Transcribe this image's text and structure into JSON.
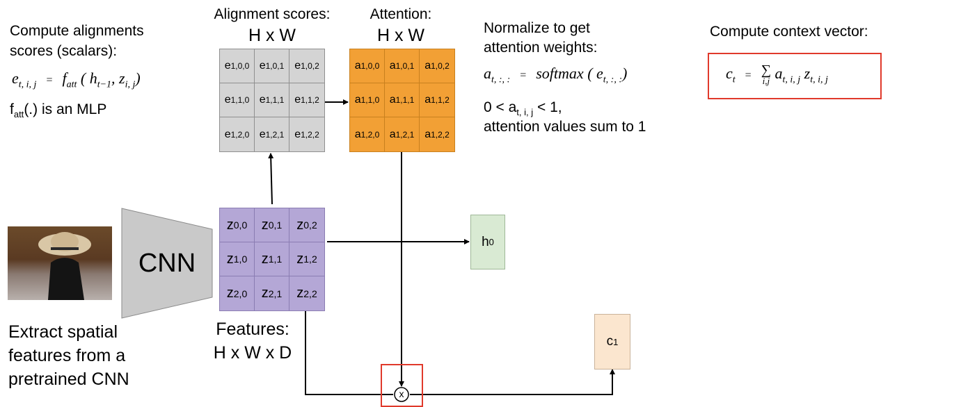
{
  "left": {
    "heading_line1": "Compute alignments",
    "heading_line2": "scores (scalars):",
    "formula": {
      "lhs": "e",
      "lhs_sub": "t, i, j",
      "eq": "=",
      "fn": "f",
      "fn_sub": "att",
      "arg1": "h",
      "arg1_sub": "t−1",
      "arg2": "z",
      "arg2_sub": "i, j"
    },
    "mlp_f": "f",
    "mlp_sub": "att",
    "mlp_rest": "(.) is an MLP"
  },
  "alignment": {
    "label": "Alignment scores:",
    "dims": "H x W",
    "symbol": "e"
  },
  "attention": {
    "label": "Attention:",
    "dims": "H x W",
    "symbol": "a"
  },
  "normalize": {
    "line1": "Normalize to get",
    "line2": "attention weights:",
    "formula": {
      "lhs": "a",
      "lhs_sub": "t, :, :",
      "eq": "=",
      "fn": "softmax",
      "arg": "e",
      "arg_sub": "t, :, :"
    },
    "range_pre": "0 < a",
    "range_sub": "t, i, j",
    "range_post": " < 1,",
    "sum_line": "attention values sum to 1"
  },
  "context": {
    "label": "Compute context vector:",
    "formula": {
      "lhs": "c",
      "lhs_sub": "t",
      "eq": "=",
      "sum": "∑",
      "sum_sub": "i,j",
      "a": "a",
      "a_sub": "t, i, j",
      "z": "z",
      "z_sub": "t, i, j"
    }
  },
  "features": {
    "label": "Features:",
    "dims": "H x W x D",
    "symbol": "z"
  },
  "cnn": {
    "label": "CNN"
  },
  "extract": {
    "line1": "Extract spatial",
    "line2": "features from a",
    "line3": "pretrained CNN"
  },
  "h0": {
    "base": "h",
    "sub": "0"
  },
  "c1": {
    "base": "c",
    "sub": "1"
  },
  "multiply": {
    "symbol": "x"
  },
  "grids": {
    "e_subs": [
      "1,0,0",
      "1,0,1",
      "1,0,2",
      "1,1,0",
      "1,1,1",
      "1,1,2",
      "1,2,0",
      "1,2,1",
      "1,2,2"
    ],
    "a_subs": [
      "1,0,0",
      "1,0,1",
      "1,0,2",
      "1,1,0",
      "1,1,1",
      "1,1,2",
      "1,2,0",
      "1,2,1",
      "1,2,2"
    ],
    "z_subs": [
      "0,0",
      "0,1",
      "0,2",
      "1,0",
      "1,1",
      "1,2",
      "2,0",
      "2,1",
      "2,2"
    ]
  },
  "colors": {
    "alignment_fill": "#d4d4d4",
    "attention_fill": "#f2a035",
    "feature_fill": "#b4a7d6",
    "cnn_fill": "#c9c9c9",
    "h0_fill": "#d9ead3",
    "c1_fill": "#fbe6cf",
    "highlight": "#e0392b"
  }
}
